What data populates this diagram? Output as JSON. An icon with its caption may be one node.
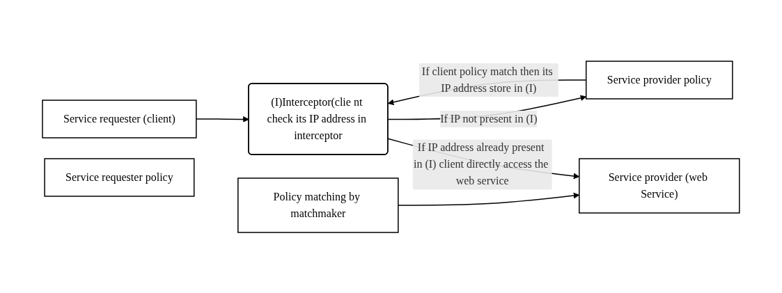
{
  "diagram": {
    "nodes": [
      {
        "text": [
          "Service requester (client)"
        ]
      },
      {
        "text": [
          "(I)Interceptor(clie nt check its IP address in interceptor"
        ]
      },
      {
        "text": [
          "Service provider policy"
        ]
      },
      {
        "text": [
          "Policy matching by matchmaker"
        ]
      },
      {
        "text": [
          "Service requester policy"
        ]
      },
      {
        "text": [
          "Service provider (web Service)"
        ]
      }
    ],
    "edges": [
      {
        "from": 0,
        "to": 1,
        "arrow": "to"
      },
      {
        "from": 2,
        "to": 1,
        "arrow": "to",
        "label": "If client policy match then its IP address store in (I)"
      },
      {
        "from": 1,
        "to": 2,
        "arrow": "to",
        "label": "If IP not present in (I)"
      },
      {
        "from": 3,
        "to": 5,
        "arrow": "to"
      },
      {
        "from": 1,
        "to": 5,
        "arrow": "to",
        "label": "If IP address already present in (I) client directly access the web service"
      }
    ]
  }
}
